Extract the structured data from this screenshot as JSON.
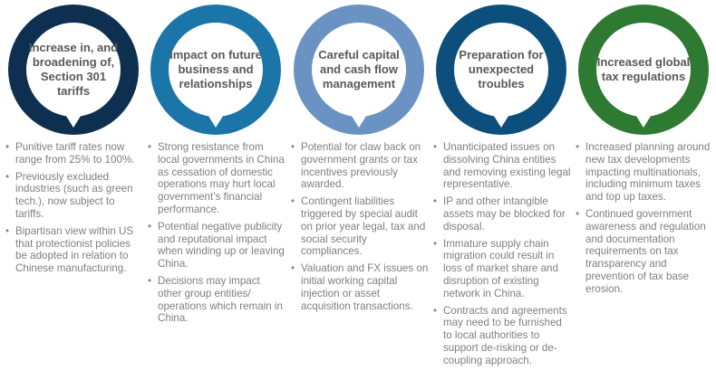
{
  "columns": [
    {
      "title": "Increase in, and broadening of, Section 301 tariffs",
      "color": "#0f2f50",
      "items": [
        "Punitive tariff rates now range from 25% to 100%.",
        "Previously excluded industries (such as green tech.), now subject to tariffs.",
        "Bipartisan view within US that protectionist policies be adopted in relation to Chinese manufacturing."
      ]
    },
    {
      "title": "Impact on future business and relationships",
      "color": "#1b75a9",
      "items": [
        "Strong resistance from local governments in China as cessation of domestic operations may hurt local government’s financial performance.",
        "Potential negative publicity and reputational impact when winding up or leaving China.",
        "Decisions may impact other group entities/ operations which remain in China."
      ]
    },
    {
      "title": "Careful capital and cash flow management",
      "color": "#6a93c4",
      "items": [
        "Potential for claw back on government grants or tax incentives previously awarded.",
        "Contingent liabilities triggered by special audit on prior year legal, tax and social security compliances.",
        "Valuation and FX issues on initial working capital injection or asset acquisition transactions."
      ]
    },
    {
      "title": "Preparation for unexpected troubles",
      "color": "#0d4f7c",
      "items": [
        "Unanticipated issues on dissolving China entities and removing existing legal representative.",
        "IP and other intangible assets may be blocked for disposal.",
        "Immature supply chain migration could result in loss of market share and disruption of existing network in China.",
        "Contracts and agreements may need to be furnished to local authorities to support de-risking or de-coupling approach."
      ]
    },
    {
      "title": "Increased global tax regulations",
      "color": "#2f7a33",
      "items": [
        "Increased planning around new tax developments impacting multinationals, including minimum taxes and top up taxes.",
        "Continued government awareness and regulation and documentation requirements  on tax transparency and prevention of tax base erosion."
      ]
    }
  ]
}
